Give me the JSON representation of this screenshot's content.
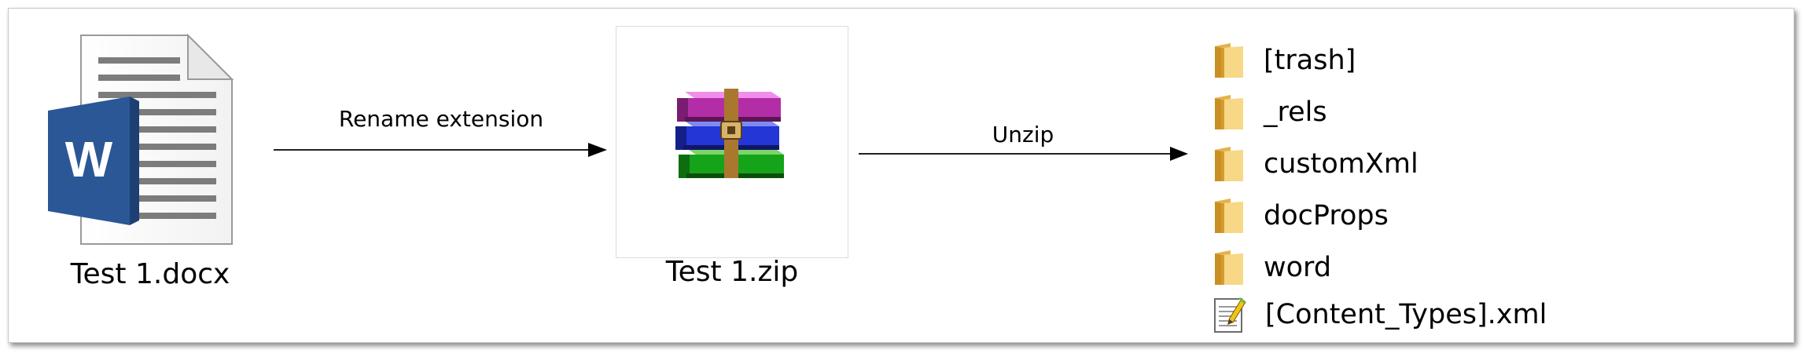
{
  "source_file": {
    "name": "Test 1.docx",
    "icon": "word-document-icon",
    "accent": "#2b5797"
  },
  "step1": {
    "label": "Rename extension"
  },
  "zip_file": {
    "name": "Test 1.zip",
    "icon": "winrar-archive-icon"
  },
  "step2": {
    "label": "Unzip"
  },
  "contents": [
    {
      "name": "[trash]",
      "icon": "folder-icon"
    },
    {
      "name": "_rels",
      "icon": "folder-icon"
    },
    {
      "name": "customXml",
      "icon": "folder-icon"
    },
    {
      "name": "docProps",
      "icon": "folder-icon"
    },
    {
      "name": "word",
      "icon": "folder-icon"
    },
    {
      "name": "[Content_Types].xml",
      "icon": "xml-file-icon"
    }
  ]
}
